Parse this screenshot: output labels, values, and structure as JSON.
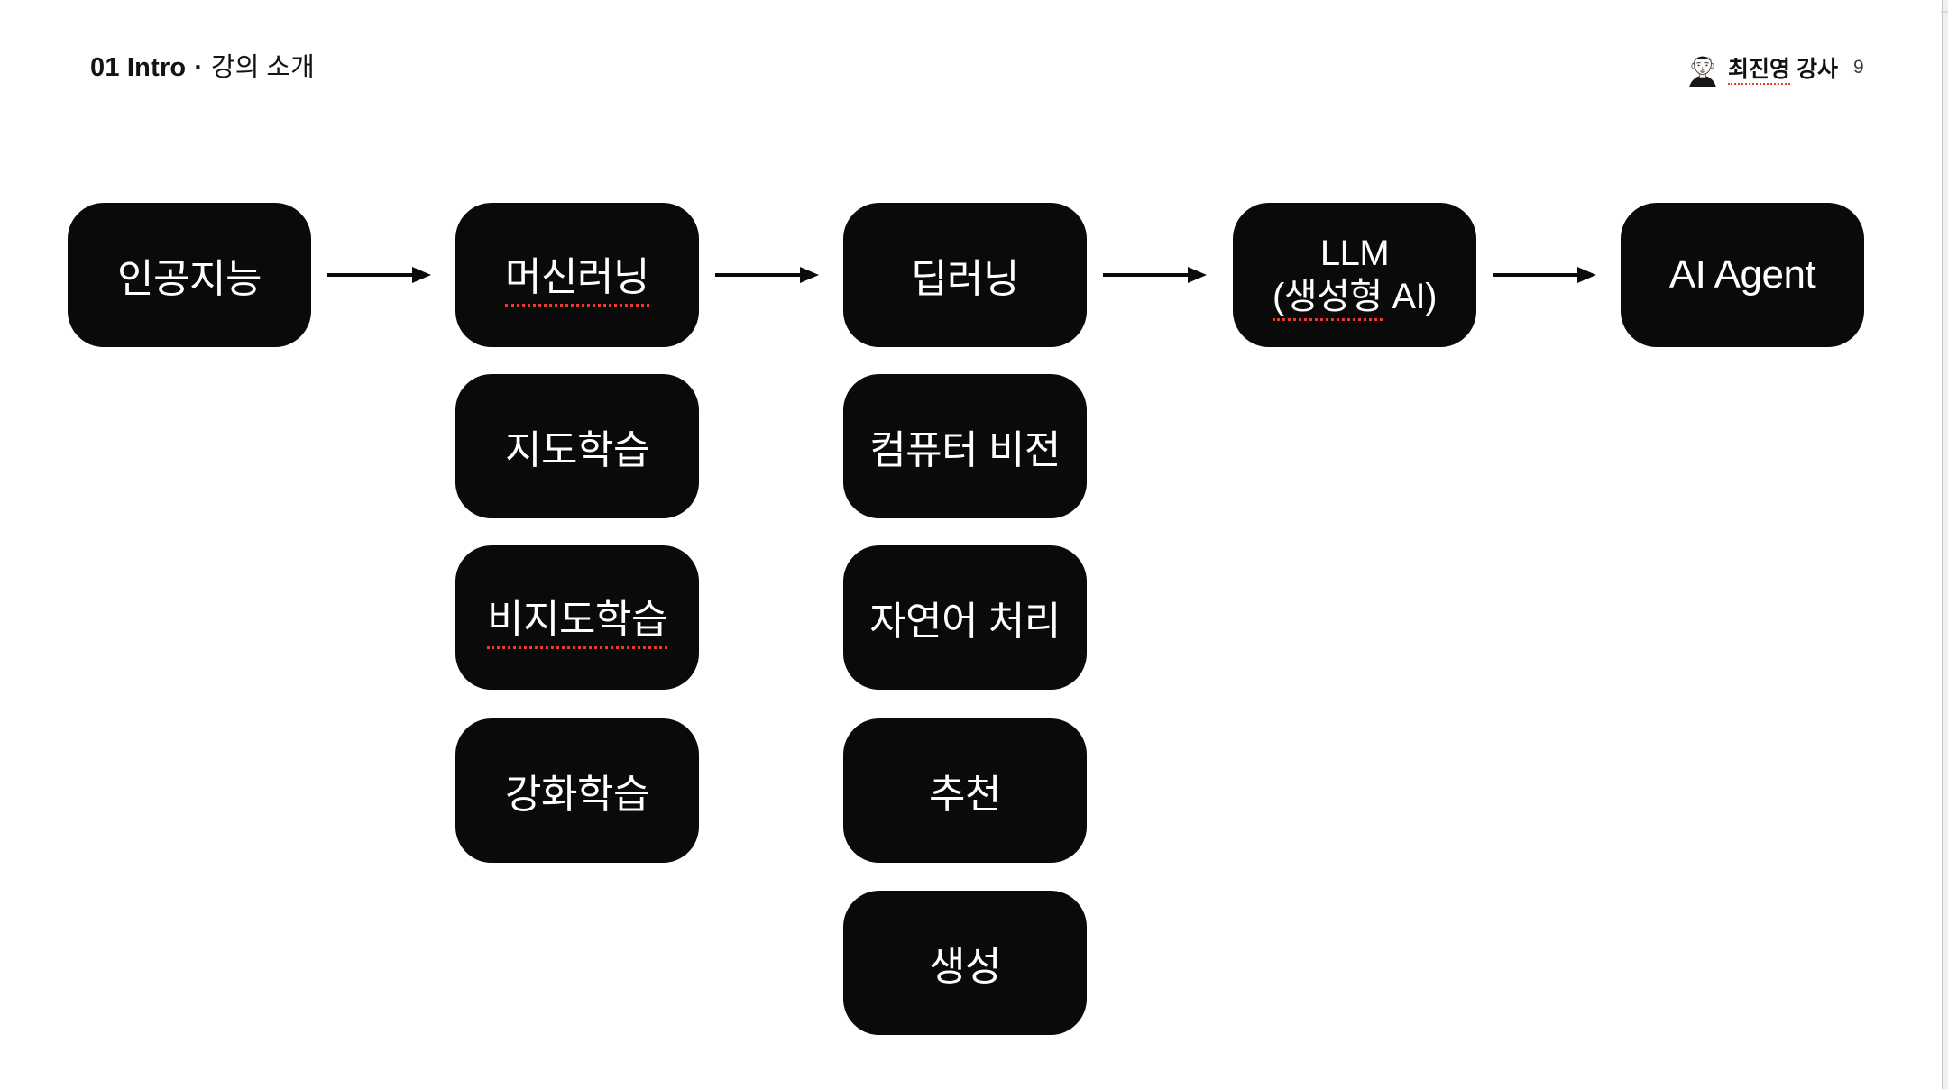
{
  "header": {
    "course_code": "01 Intro",
    "separator": "·",
    "subtitle": "강의 소개",
    "instructor_name": "최진영",
    "instructor_role": "강사",
    "page_number": "9"
  },
  "diagram": {
    "flow": [
      {
        "label": "인공지능",
        "misspelled": false
      },
      {
        "label": "머신러닝",
        "misspelled": true
      },
      {
        "label": "딥러닝",
        "misspelled": false
      },
      {
        "line1": "LLM",
        "line2_marked": "(생성형",
        "line2_rest": " AI)",
        "misspelled_partial": true
      },
      {
        "label": "AI Agent",
        "misspelled": false
      }
    ],
    "ml_branches": [
      {
        "label": "지도학습",
        "misspelled": false
      },
      {
        "label": "비지도학습",
        "misspelled": true
      },
      {
        "label": "강화학습",
        "misspelled": false
      }
    ],
    "dl_branches": [
      {
        "label": "컴퓨터 비전",
        "misspelled": false
      },
      {
        "label": "자연어 처리",
        "misspelled": false
      },
      {
        "label": "추천",
        "misspelled": false
      },
      {
        "label": "생성",
        "misspelled": false
      }
    ]
  },
  "colors": {
    "node_bg": "#0a0a0a",
    "node_text": "#ffffff",
    "spellcheck_red": "#ee3a2c",
    "background": "#ffffff"
  }
}
